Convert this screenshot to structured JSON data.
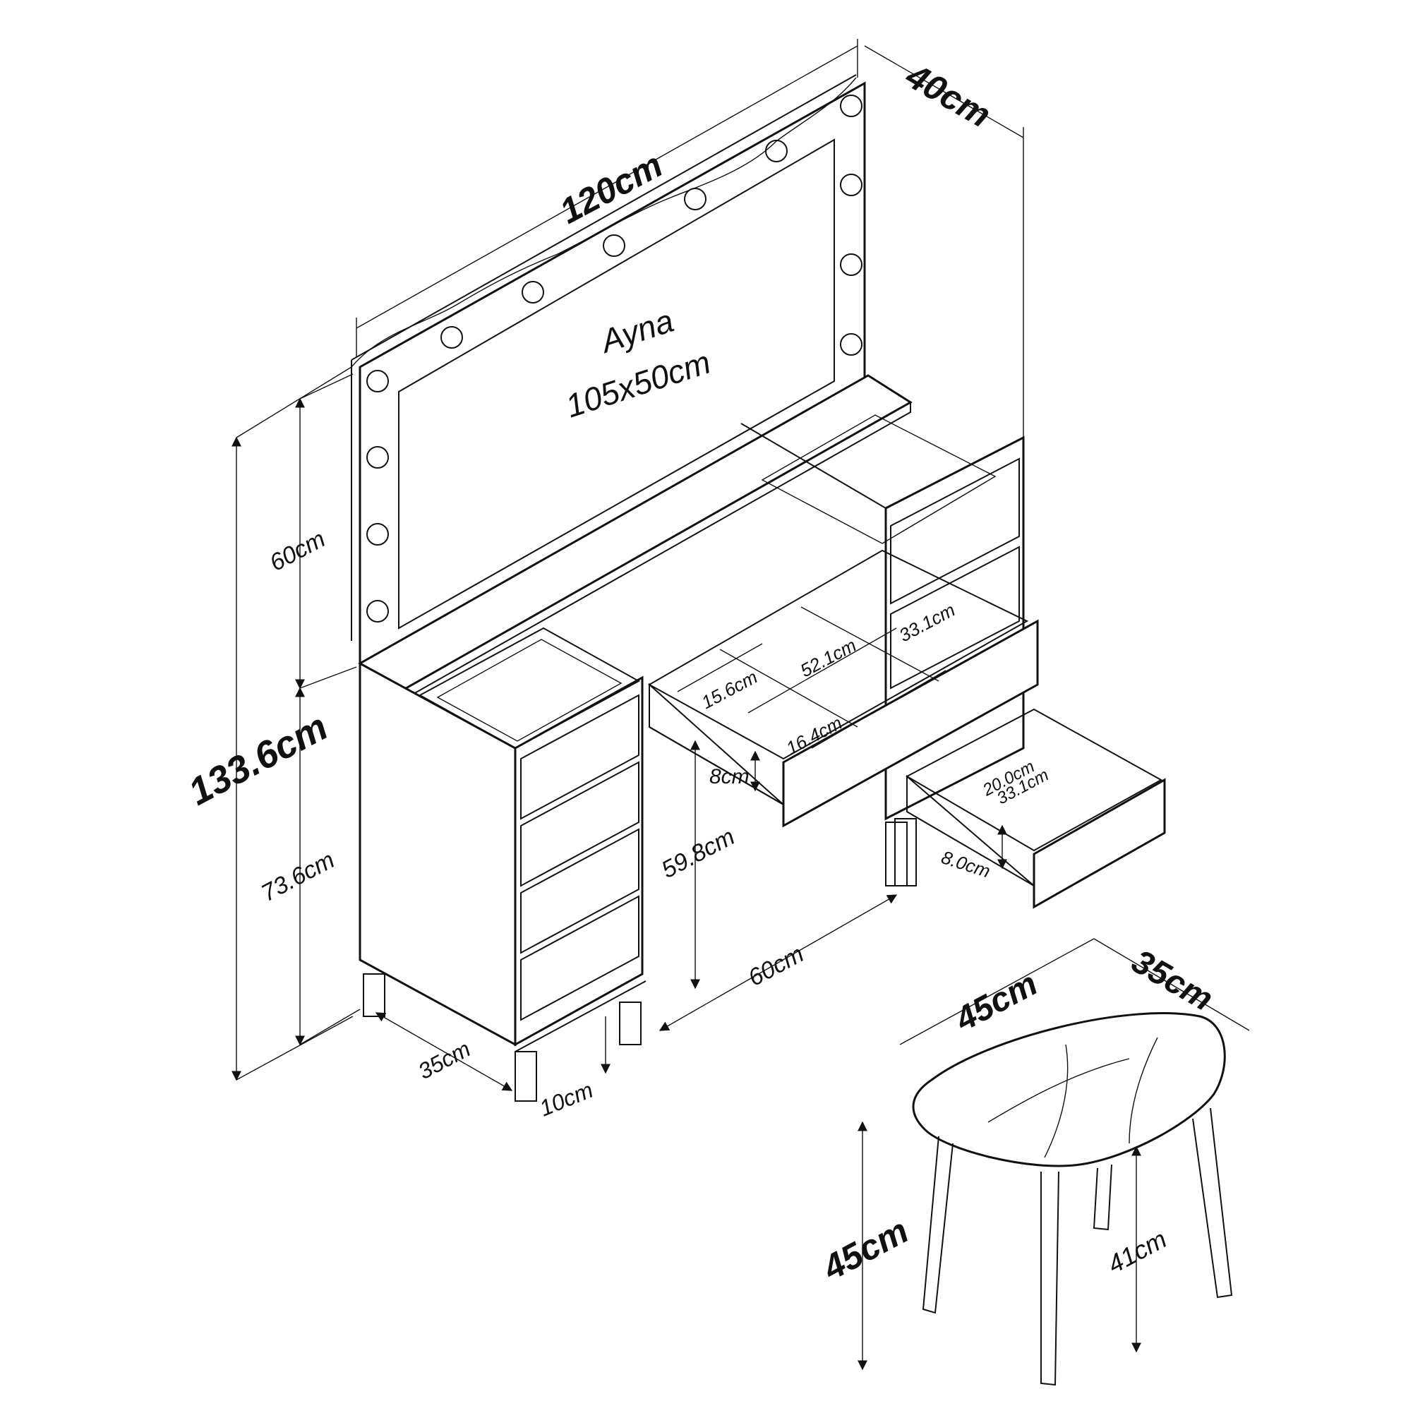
{
  "mirror": {
    "label": "Ayna",
    "size": "105x50cm"
  },
  "dimensions": {
    "width_top": "120cm",
    "depth_top": "40cm",
    "total_height": "133.6cm",
    "mirror_height": "60cm",
    "table_height": "73.6cm",
    "knee_height": "59.8cm",
    "knee_width": "60cm",
    "leg_depth": "35cm",
    "leg_height": "10cm",
    "drawer_inner_a": "15.6cm",
    "drawer_inner_b": "52.1cm",
    "drawer_inner_c": "33.1cm",
    "drawer_inner_d": "16.4cm",
    "drawer_height_main": "8cm",
    "side_drawer_width": "20.0cm",
    "side_drawer_depth": "33.1cm",
    "side_drawer_height": "8.0cm"
  },
  "stool": {
    "width": "45cm",
    "depth": "35cm",
    "height": "45cm",
    "leg_height": "41cm"
  },
  "colors": {
    "line": "#111111",
    "background": "#ffffff"
  }
}
